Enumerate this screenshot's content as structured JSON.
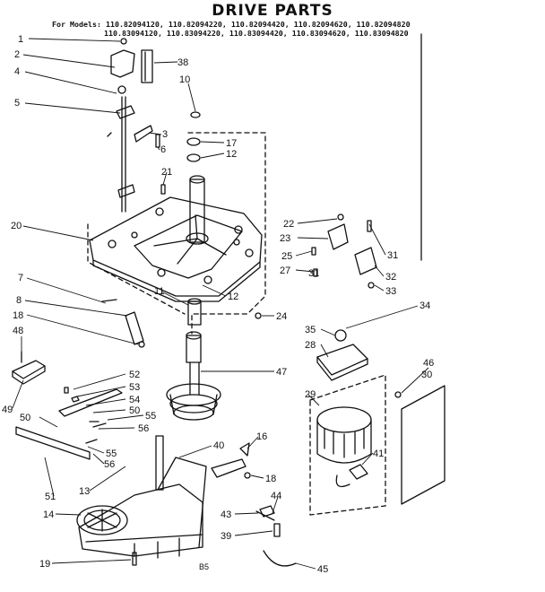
{
  "title": "DRIVE PARTS",
  "models_label": "For Models:",
  "models_row1": "110.82094120, 110.82094220, 110.82094420, 110.82094620, 110.82094820",
  "models_row2": "110.83094120, 110.83094220, 110.83094420, 110.83094620, 110.83094820",
  "page_mark": "B5",
  "callouts": [
    "1",
    "2",
    "38",
    "4",
    "10",
    "5",
    "3",
    "17",
    "12",
    "6",
    "21",
    "22",
    "23",
    "31",
    "20",
    "25",
    "27",
    "31",
    "32",
    "33",
    "7",
    "11",
    "12",
    "24",
    "8",
    "34",
    "18",
    "35",
    "48",
    "28",
    "47",
    "46",
    "30",
    "52",
    "53",
    "29",
    "54",
    "50",
    "55",
    "49",
    "50",
    "56",
    "16",
    "55",
    "40",
    "41",
    "56",
    "13",
    "18",
    "51",
    "44",
    "14",
    "43",
    "39",
    "19",
    "45"
  ]
}
